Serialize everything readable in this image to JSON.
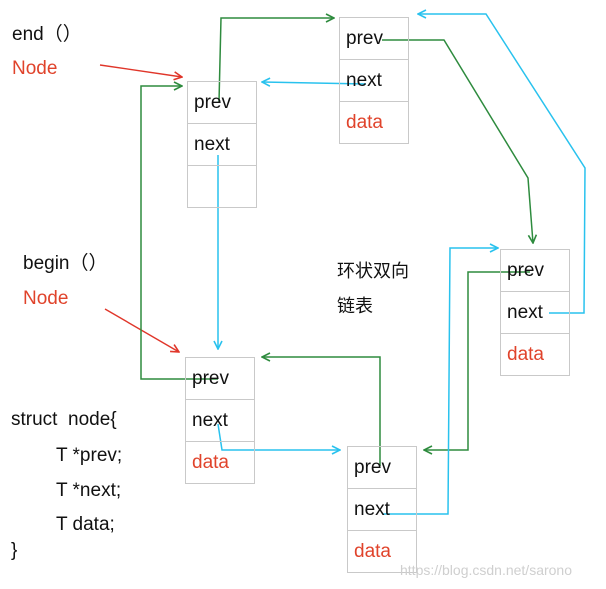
{
  "labels": {
    "end": "end（）",
    "end_node": "Node",
    "begin": "begin（）",
    "begin_node": "Node",
    "title_line1": "环状双向",
    "title_line2": "链表"
  },
  "nodes": [
    {
      "id": "n1",
      "cells": [
        "prev",
        "next",
        "data"
      ]
    },
    {
      "id": "n2",
      "cells": [
        "prev",
        "next",
        ""
      ]
    },
    {
      "id": "n3",
      "cells": [
        "prev",
        "next",
        "data"
      ]
    },
    {
      "id": "n4",
      "cells": [
        "prev",
        "next",
        "data"
      ]
    },
    {
      "id": "n5",
      "cells": [
        "prev",
        "next",
        "data"
      ]
    }
  ],
  "code": [
    "struct  node{",
    "T *prev;",
    "T *next;",
    "T data;",
    "}"
  ],
  "watermark": "https://blog.csdn.net/sarono",
  "colors": {
    "prev_link": "#2e8b3e",
    "next_link": "#29c2ee",
    "pointer": "#e0362a",
    "data_text": "#e0432b"
  }
}
